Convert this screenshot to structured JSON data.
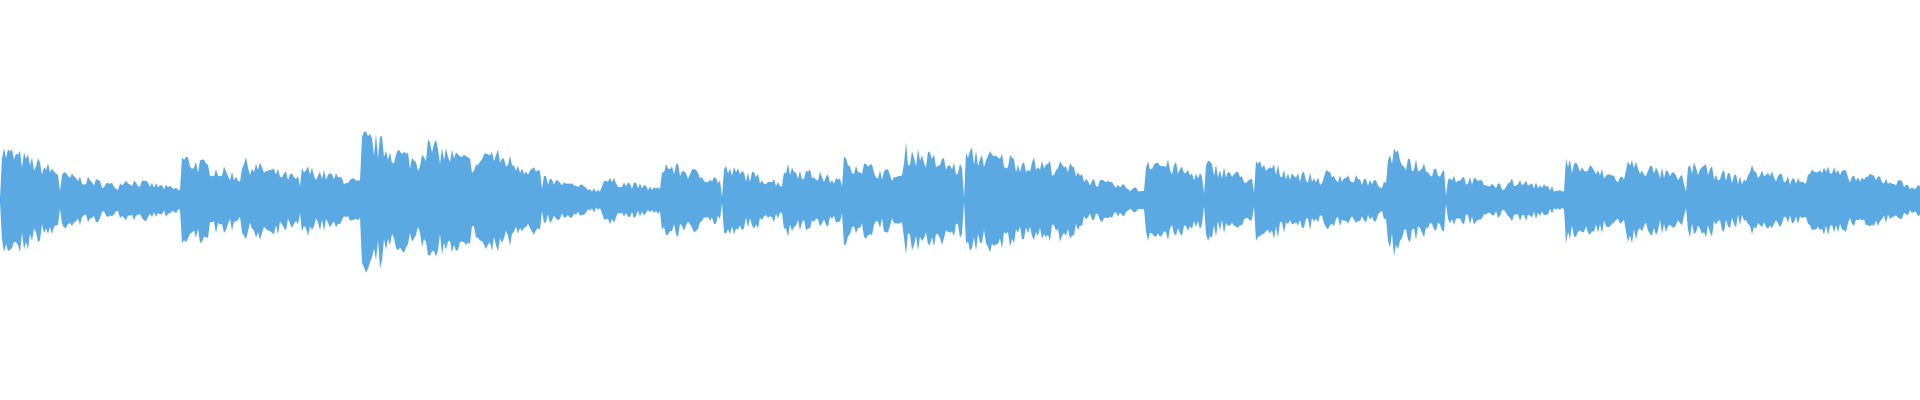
{
  "waveform": {
    "color": "#5ba9e2",
    "background": "#ffffff",
    "segments": [
      {
        "start": 0.0,
        "end": 0.031,
        "peak": 0.24,
        "decay": 0.45
      },
      {
        "start": 0.031,
        "end": 0.062,
        "peak": 0.12,
        "decay": 0.45
      },
      {
        "start": 0.062,
        "end": 0.094,
        "peak": 0.1,
        "decay": 0.5
      },
      {
        "start": 0.094,
        "end": 0.125,
        "peak": 0.2,
        "decay": 0.45
      },
      {
        "start": 0.125,
        "end": 0.156,
        "peak": 0.18,
        "decay": 0.45
      },
      {
        "start": 0.156,
        "end": 0.188,
        "peak": 0.15,
        "decay": 0.45
      },
      {
        "start": 0.188,
        "end": 0.219,
        "peak": 0.3,
        "decay": 0.4
      },
      {
        "start": 0.219,
        "end": 0.25,
        "peak": 0.27,
        "decay": 0.4
      },
      {
        "start": 0.25,
        "end": 0.282,
        "peak": 0.24,
        "decay": 0.45
      },
      {
        "start": 0.282,
        "end": 0.313,
        "peak": 0.1,
        "decay": 0.55
      },
      {
        "start": 0.313,
        "end": 0.344,
        "peak": 0.1,
        "decay": 0.5
      },
      {
        "start": 0.344,
        "end": 0.376,
        "peak": 0.17,
        "decay": 0.45
      },
      {
        "start": 0.376,
        "end": 0.407,
        "peak": 0.15,
        "decay": 0.45
      },
      {
        "start": 0.407,
        "end": 0.439,
        "peak": 0.16,
        "decay": 0.45
      },
      {
        "start": 0.439,
        "end": 0.47,
        "peak": 0.19,
        "decay": 0.45
      },
      {
        "start": 0.47,
        "end": 0.502,
        "peak": 0.24,
        "decay": 0.4
      },
      {
        "start": 0.502,
        "end": 0.564,
        "peak": 0.22,
        "decay": 0.35
      },
      {
        "start": 0.564,
        "end": 0.596,
        "peak": 0.1,
        "decay": 0.55
      },
      {
        "start": 0.596,
        "end": 0.627,
        "peak": 0.2,
        "decay": 0.45
      },
      {
        "start": 0.627,
        "end": 0.653,
        "peak": 0.17,
        "decay": 0.45
      },
      {
        "start": 0.653,
        "end": 0.69,
        "peak": 0.17,
        "decay": 0.45
      },
      {
        "start": 0.69,
        "end": 0.722,
        "peak": 0.13,
        "decay": 0.45
      },
      {
        "start": 0.722,
        "end": 0.753,
        "peak": 0.22,
        "decay": 0.4
      },
      {
        "start": 0.753,
        "end": 0.784,
        "peak": 0.12,
        "decay": 0.5
      },
      {
        "start": 0.784,
        "end": 0.815,
        "peak": 0.1,
        "decay": 0.55
      },
      {
        "start": 0.815,
        "end": 0.846,
        "peak": 0.18,
        "decay": 0.45
      },
      {
        "start": 0.846,
        "end": 0.878,
        "peak": 0.18,
        "decay": 0.45
      },
      {
        "start": 0.878,
        "end": 0.909,
        "peak": 0.17,
        "decay": 0.45
      },
      {
        "start": 0.909,
        "end": 0.941,
        "peak": 0.15,
        "decay": 0.45
      },
      {
        "start": 0.941,
        "end": 0.972,
        "peak": 0.17,
        "decay": 0.45
      },
      {
        "start": 0.972,
        "end": 1.0,
        "peak": 0.12,
        "decay": 0.5
      }
    ]
  }
}
